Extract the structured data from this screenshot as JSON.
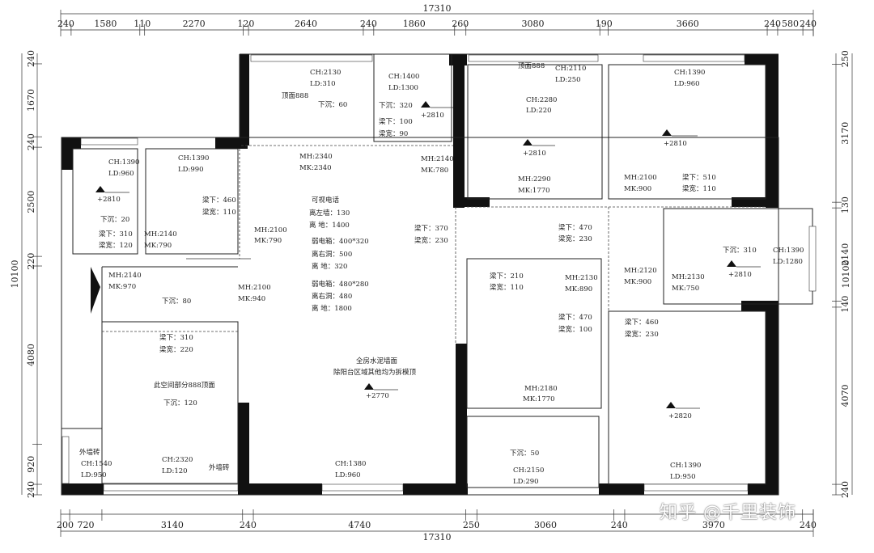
{
  "dimensions": {
    "total_width": "17310",
    "total_height": "10100",
    "top_segments": [
      "240",
      "1580",
      "110",
      "2270",
      "120",
      "2640",
      "240",
      "1860",
      "260",
      "3080",
      "190",
      "3660",
      "240",
      "580",
      "240"
    ],
    "bottom_segments": [
      "200",
      "720",
      "3140",
      "240",
      "4740",
      "250",
      "3060",
      "240",
      "3970",
      "240"
    ],
    "left_segments": [
      "240",
      "1670",
      "240",
      "2500",
      "220",
      "4080",
      "920",
      "240"
    ],
    "right_segments": [
      "250",
      "3170",
      "130",
      "2140",
      "140",
      "4070",
      "240"
    ]
  },
  "rooms": {
    "top_room": [
      "CH:2130",
      "LD:310",
      "顶面888",
      "下沉：60"
    ],
    "small_bath_top": [
      "CH:1400",
      "LD:1300",
      "下沉：320",
      "梁下：100",
      "梁宽：90",
      "+2810"
    ],
    "bedroom_nw": [
      "CH:2110",
      "LD:250",
      "顶面888",
      "CH:2280",
      "LD:220",
      "+2810",
      "MH:2290",
      "MK:1770"
    ],
    "bedroom_ne": [
      "CH:1390",
      "LD:960",
      "+2810",
      "MH:2100",
      "MK:900",
      "梁下：510",
      "梁宽：110"
    ],
    "left_room": [
      "CH:1390",
      "LD:960",
      "+2810",
      "下沉：20",
      "梁下：310",
      "梁宽：120"
    ],
    "left_mid": [
      "CH:1390",
      "LD:990",
      "MH:2140",
      "MK:790",
      "梁下：460",
      "梁宽：110"
    ],
    "living": [
      "MH:2340",
      "MK:2340",
      "MH:2140",
      "MK:780",
      "MH:2100",
      "MK:790",
      "可视电话",
      "离左墙：130",
      "离 地：1400",
      "弱电箱：400*320",
      "离右洞：500",
      "离 地：320",
      "弱电箱：480*280",
      "离右洞：480",
      "离 地：1800",
      "梁下：370",
      "梁宽：230",
      "全房水泥墙面",
      "除阳台区域其他均为拆模顶",
      "+2770",
      "MH:2100",
      "MK:940"
    ],
    "corridor_left": [
      "MH:2140",
      "MK:970",
      "下沉：80"
    ],
    "dining": [
      "梁下：310",
      "梁宽：220",
      "此空间部分888顶面",
      "下沉：120",
      "CH:2320",
      "LD:120",
      "外墙砖"
    ],
    "outer": [
      "外墙砖",
      "CH:1540",
      "LD:950"
    ],
    "bottom_living": [
      "CH:1380",
      "LD:960"
    ],
    "mid_hall": [
      "梁下：470",
      "梁宽：230"
    ],
    "bedroom_mid": [
      "梁下：210",
      "梁宽：110",
      "MH:2130",
      "MK:890",
      "梁下：470",
      "梁宽：100",
      "MH:2180",
      "MK:1770"
    ],
    "bath_right": [
      "MH:2120",
      "MK:900",
      "MH:2130",
      "MK:750",
      "下沉：310",
      "+2810",
      "CH:1390",
      "LD:1280"
    ],
    "bedroom_se": [
      "梁下：460",
      "梁宽：230",
      "+2820",
      "CH:1390",
      "LD:950"
    ],
    "small_bottom": [
      "下沉：50",
      "CH:2150",
      "LD:290"
    ]
  },
  "watermark": "知乎 @千里装饰"
}
